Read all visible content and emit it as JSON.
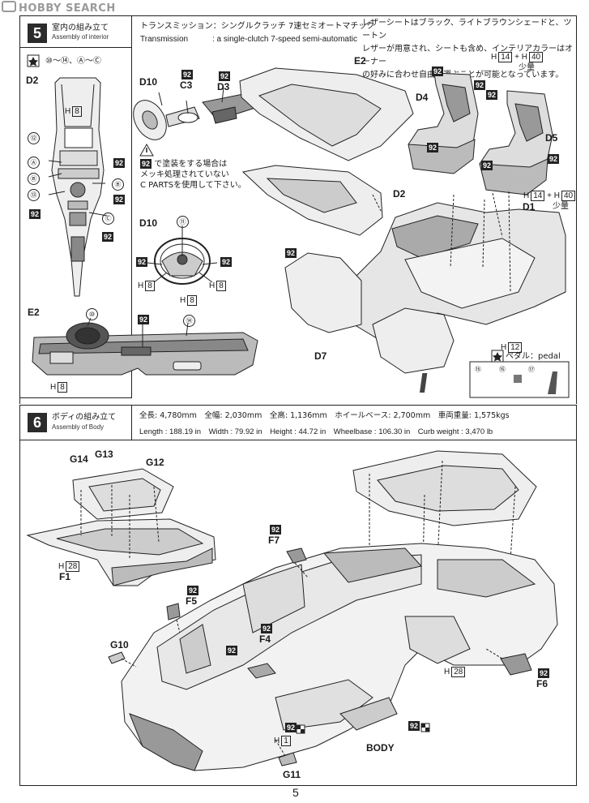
{
  "watermark": "HOBBY SEARCH",
  "page_number": "5",
  "step5": {
    "number": "5",
    "title_jp": "室内の組み立て",
    "title_en": "Assembly of interior",
    "transmission_jp": "トランスミッション：シングルクラッチ 7速セミオートマチック",
    "transmission_en_label": "Transmission",
    "transmission_en_value": ": a single-clutch 7-speed semi-automatic",
    "seat_note": [
      "レザーシートはブラック、ライトブラウンシェードと、ツートン",
      "レザーが用意され、シートも含め、インテリアカラーはオーナー",
      "の好みに合わせ自由に選ぶことが可能となっています。"
    ],
    "legend_parts": "⑩〜⑭、Ⓐ〜Ⓒ",
    "caution_lines": [
      "で塗装をする場合は",
      "メッキ処理されていない",
      "C PARTSを使用して下さい。"
    ],
    "pedal_label": "ペダル：pedal",
    "pedal_nums": [
      "⑮",
      "⑯",
      "⑰"
    ],
    "labels": {
      "d2_console": "D2",
      "d10_wheel": "D10",
      "c3": "C3",
      "d3": "D3",
      "e2_top": "E2",
      "d4": "D4",
      "d5": "D5",
      "d2_center": "D2",
      "d1": "D1",
      "e2_dash": "E2",
      "d10_detail": "D10",
      "d7": "D7"
    },
    "badge": "92",
    "h_labels": {
      "h8": "8",
      "h14": "14",
      "h40": "40",
      "h12": "12"
    },
    "shoryo": "少量",
    "circle_nums": {
      "c10": "⑩",
      "c11": "⑪",
      "c12": "⑫",
      "c13": "⑬",
      "c14": "⑭",
      "a": "Ⓐ",
      "b": "Ⓑ",
      "c": "Ⓒ"
    }
  },
  "step6": {
    "number": "6",
    "title_jp": "ボディの組み立て",
    "title_en": "Assembly of Body",
    "specs_jp": "全長: 4,780mm　全幅: 2,030mm　全高: 1,136mm　ホイールベース: 2,700mm　車両重量: 1,575kgs",
    "specs_en": "Length : 188.19 in　Width : 79.92 in　Height : 44.72 in　Wheelbase : 106.30 in　Curb weight : 3,470 lb",
    "labels": {
      "g14": "G14",
      "g13": "G13",
      "g12": "G12",
      "f1": "F1",
      "f7": "F7",
      "f5": "F5",
      "f4": "F4",
      "g10": "G10",
      "f6": "F6",
      "body": "BODY",
      "g11": "G11"
    },
    "h_labels": {
      "h28": "28",
      "h1": "1"
    }
  }
}
